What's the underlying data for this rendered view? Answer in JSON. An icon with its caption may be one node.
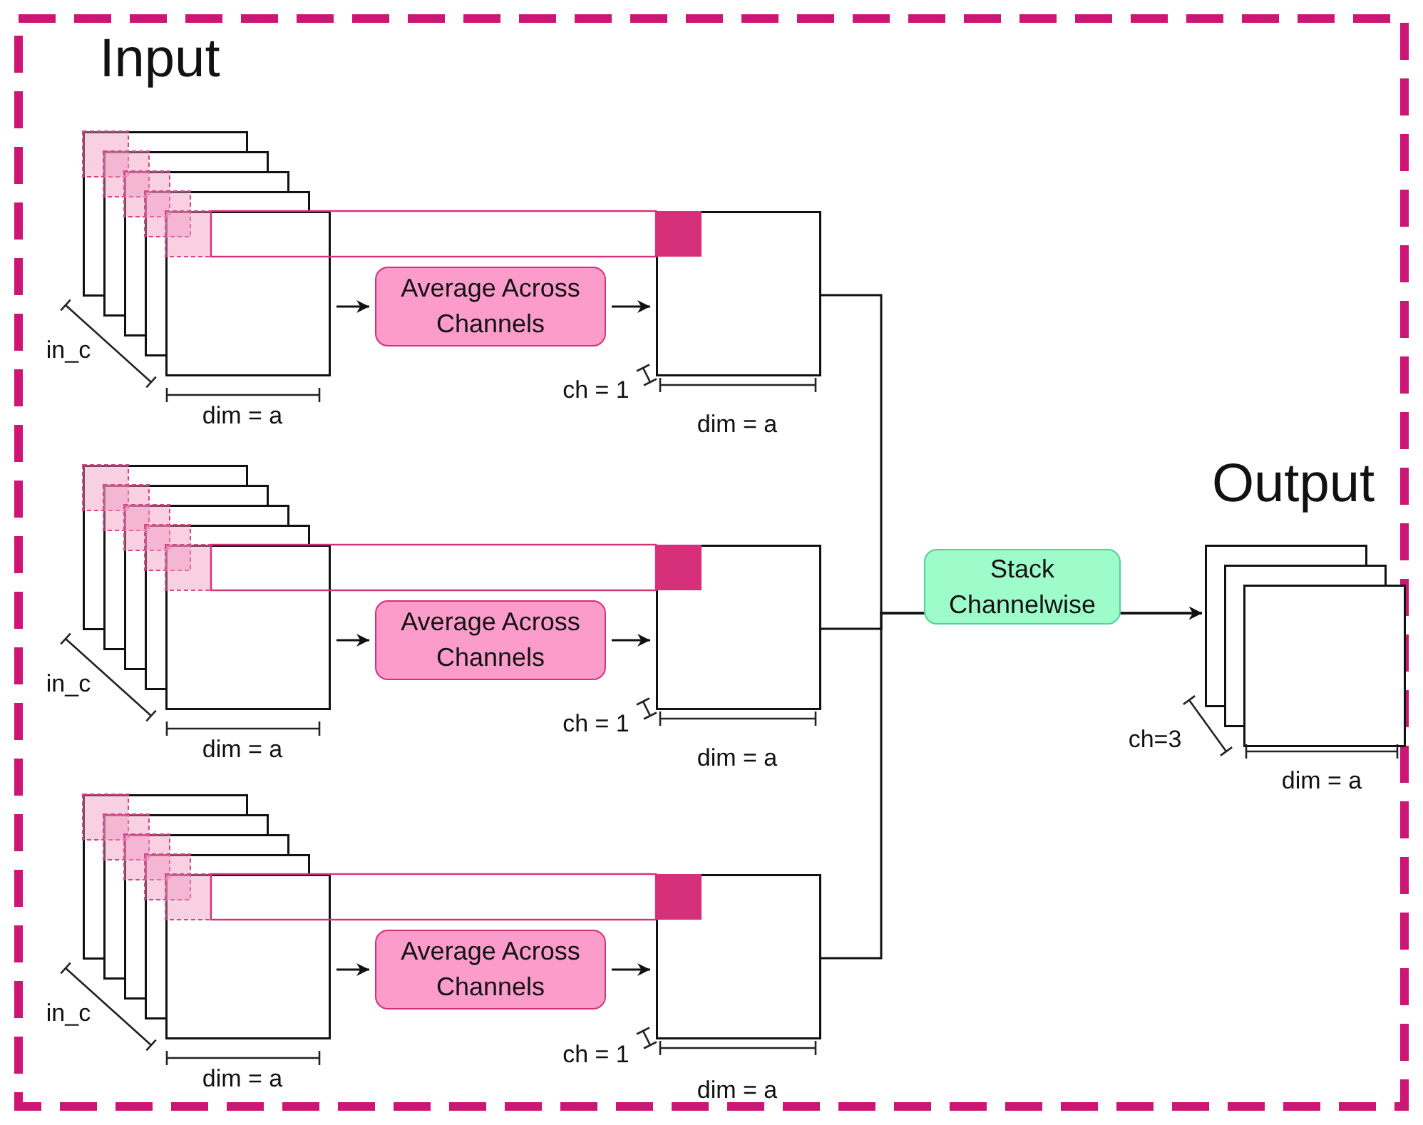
{
  "diagram": {
    "nodes": [
      {
        "text": [],
        "shape": "box"
      },
      {
        "text": [
          "Average Across Channels"
        ]
      },
      {
        "text": [],
        "shape": "box"
      },
      {
        "text": [],
        "shape": "box"
      },
      {
        "text": [
          "Average Across Channels"
        ]
      },
      {
        "text": [],
        "shape": "box"
      },
      {
        "text": [],
        "shape": "box"
      },
      {
        "text": [
          "Average Across Channels"
        ]
      },
      {
        "text": [],
        "shape": "box"
      },
      {
        "text": [],
        "shape": "box"
      }
    ],
    "edges": [
      {
        "from": 0,
        "to": 1,
        "arrow": "to"
      },
      {
        "from": 1,
        "to": 2,
        "arrow": "to"
      },
      {
        "from": 3,
        "to": 4,
        "arrow": "to"
      },
      {
        "from": 4,
        "to": 5,
        "arrow": "to"
      },
      {
        "from": 6,
        "to": 7,
        "arrow": "to"
      },
      {
        "from": 7,
        "to": 8,
        "arrow": "to"
      },
      {
        "from": 2,
        "to": 9,
        "arrow": "to"
      },
      {
        "from": 5,
        "to": 9,
        "arrow": "to",
        "label": "Stack Channelwise"
      },
      {
        "from": 8,
        "to": 9,
        "arrow": "to"
      }
    ],
    "labels": [
      "Input",
      "in_c",
      "dim = a",
      "ch = 1",
      "dim = a",
      "Output",
      "in_c",
      "dim = a",
      "ch = 1",
      "dim = a",
      "ch=3",
      "dim = a",
      "in_c",
      "dim = a",
      "ch = 1",
      "dim = a"
    ]
  }
}
